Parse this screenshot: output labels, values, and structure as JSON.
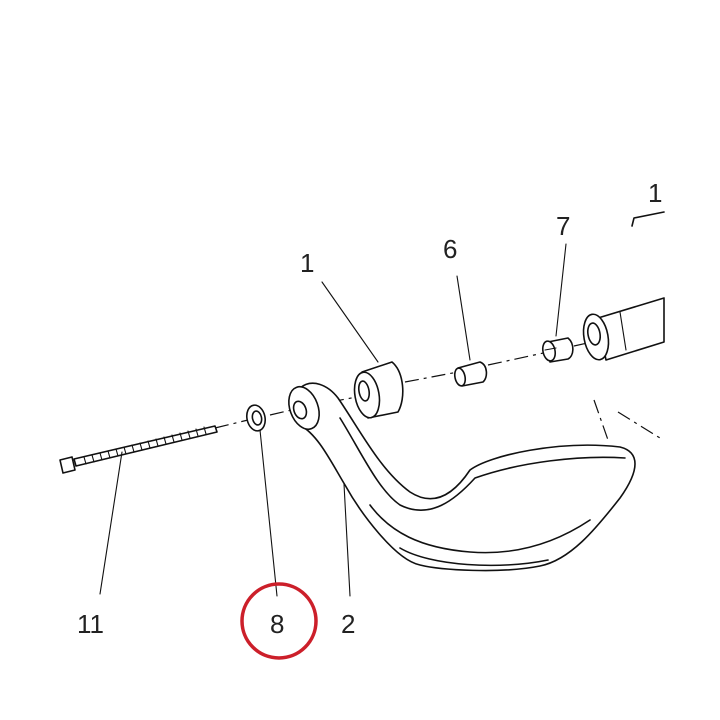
{
  "labels": {
    "part_1": "1",
    "part_2": "2",
    "part_6": "6",
    "part_7": "7",
    "part_8": "8",
    "part_11": "11",
    "part_edge": "1"
  },
  "highlight": {
    "target_label": "8",
    "color": "#cc1f2a"
  }
}
